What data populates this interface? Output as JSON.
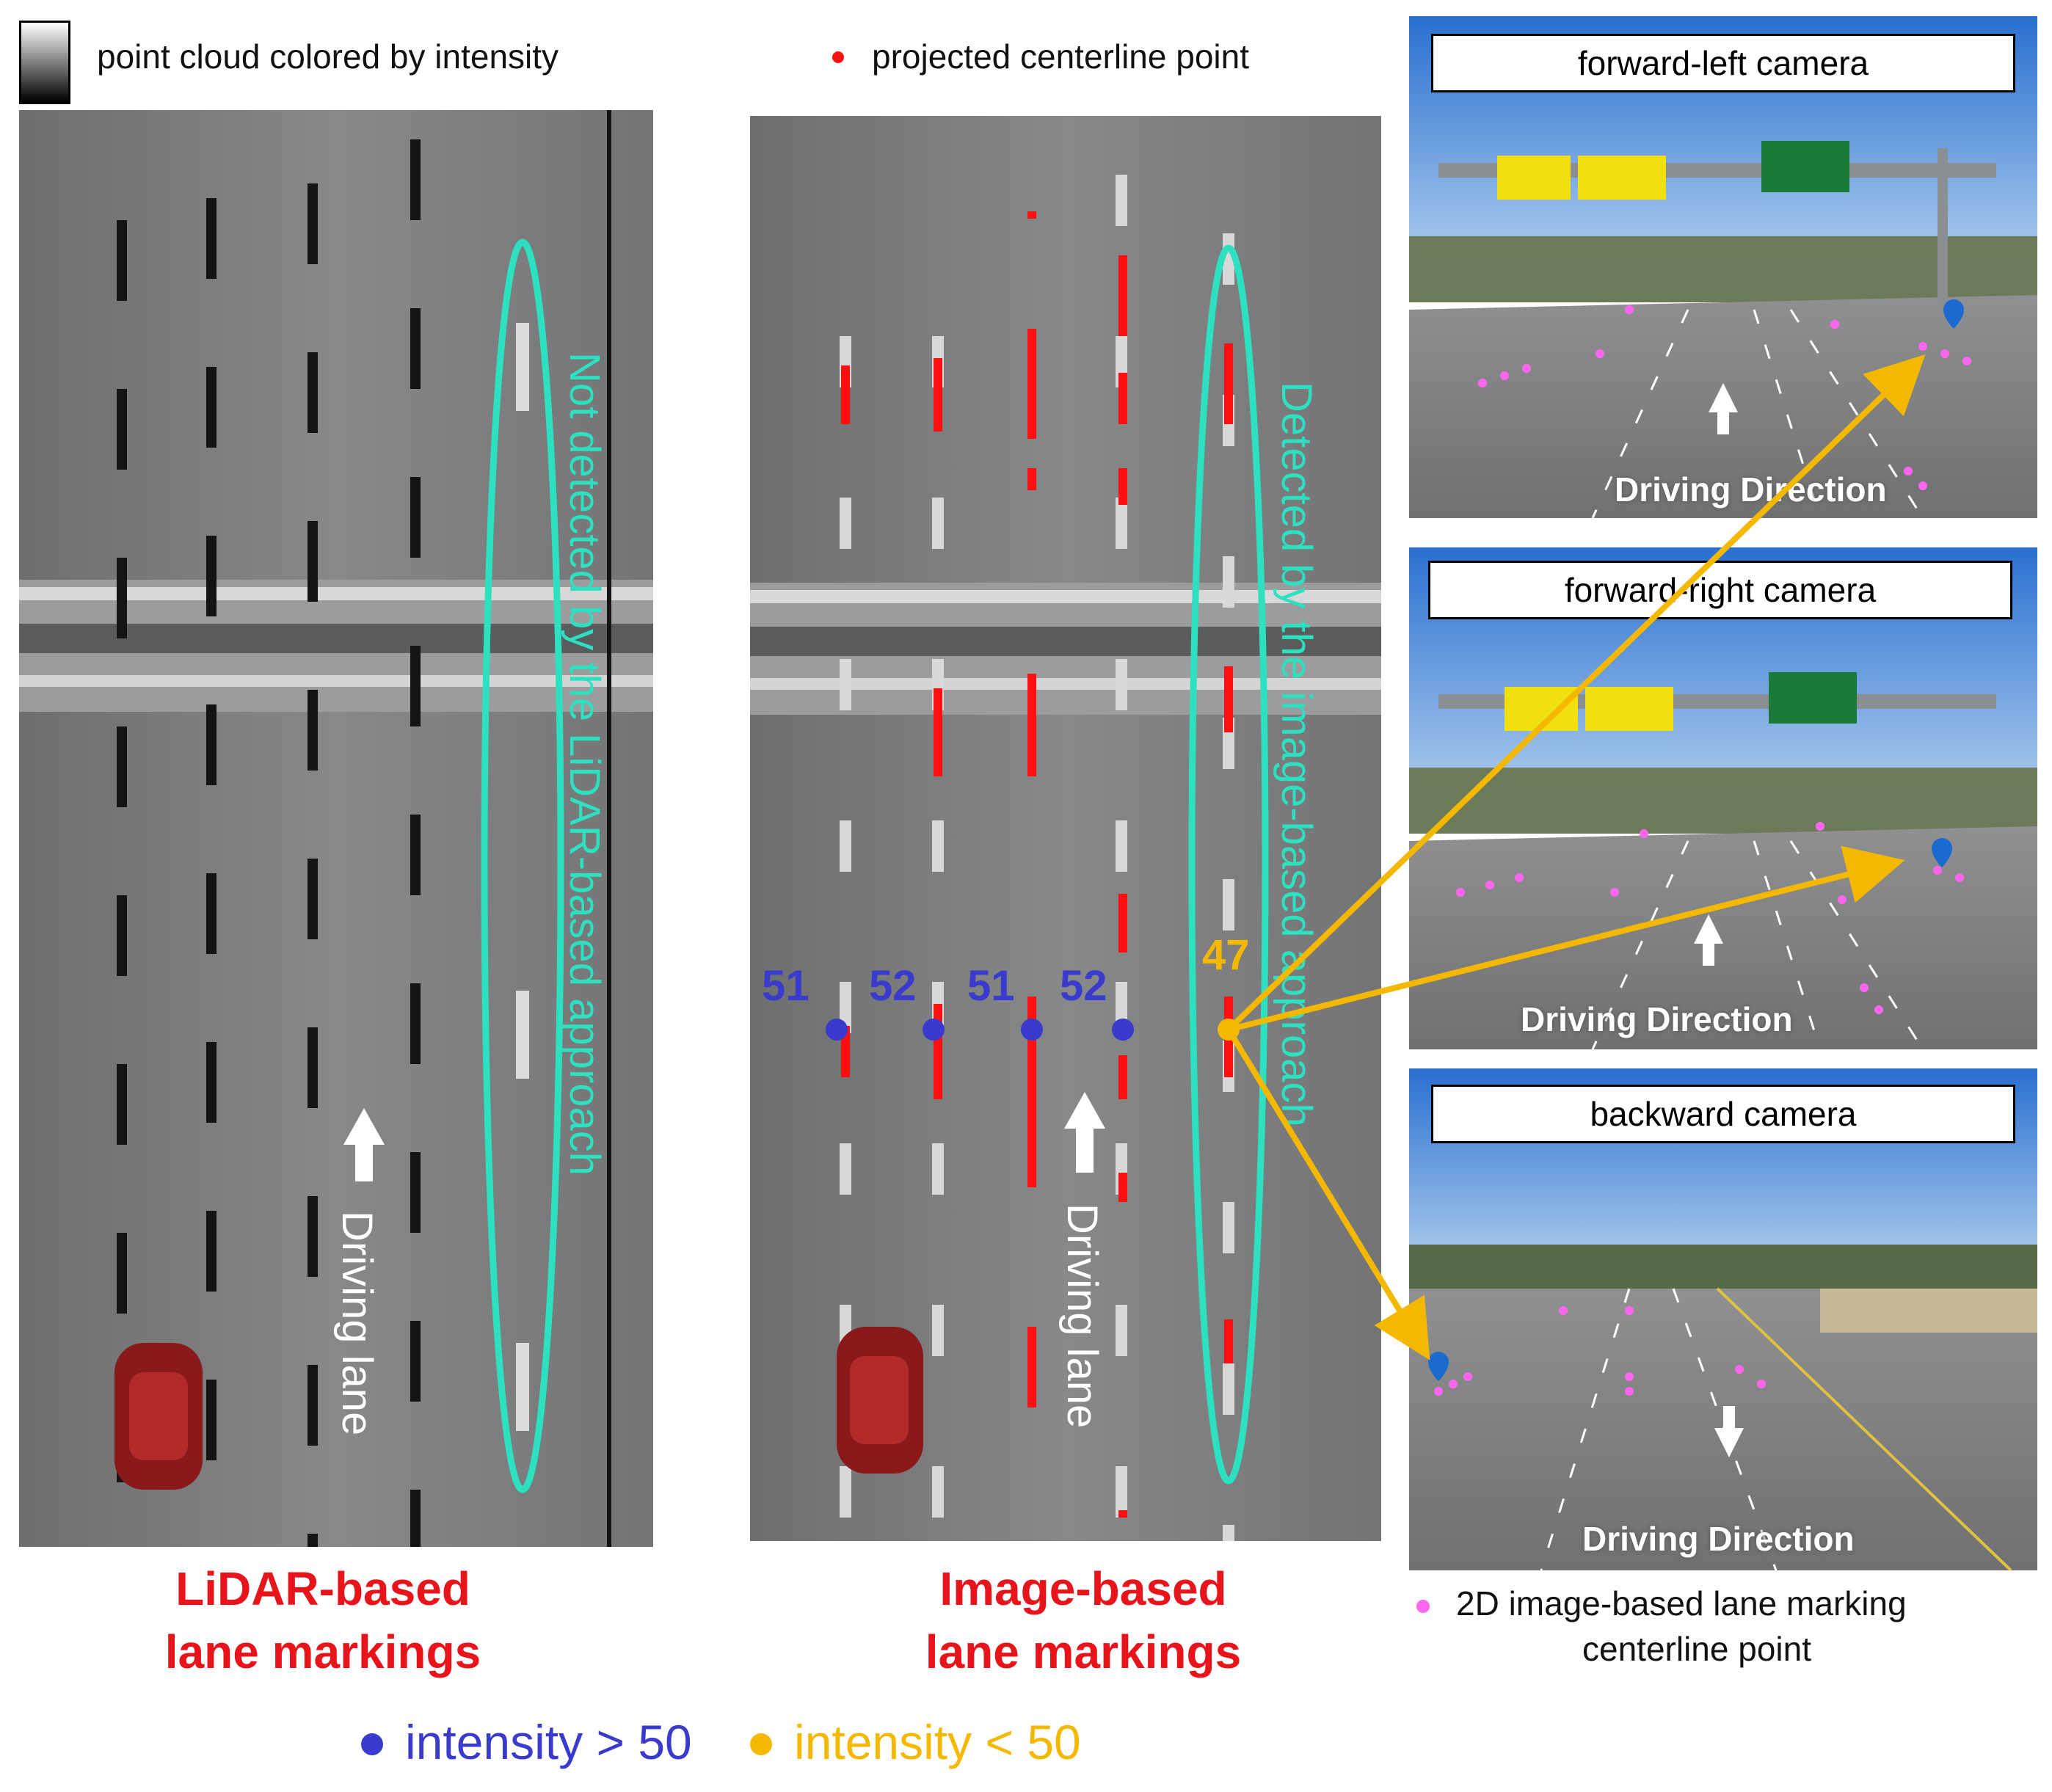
{
  "legend": {
    "intensity_label": "point cloud colored by intensity",
    "projected_label": "projected centerline point",
    "pink_label_line1": "2D image-based lane marking",
    "pink_label_line2": "centerline point"
  },
  "lidar_panel": {
    "annotation": "Not detected by the LiDAR-based approach",
    "driving_lane": "Driving lane",
    "title_line1": "LiDAR-based",
    "title_line2": "lane markings"
  },
  "image_panel": {
    "annotation": "Detected by the image-based approach",
    "driving_lane": "Driving lane",
    "title_line1": "Image-based",
    "title_line2": "lane markings",
    "intensities": [
      "51",
      "52",
      "51",
      "52",
      "47"
    ]
  },
  "cameras": {
    "forward_left": {
      "label": "forward-left camera",
      "direction": "Driving Direction"
    },
    "forward_right": {
      "label": "forward-right camera",
      "direction": "Driving Direction"
    },
    "backward": {
      "label": "backward camera",
      "direction": "Driving Direction"
    }
  },
  "bottom_legend": {
    "high": "intensity > 50",
    "low": "intensity < 50"
  },
  "colors": {
    "cyan_ellipse": "#2de0c0",
    "red_marks": "#ff1010",
    "blue_point": "#3a3acc",
    "orange_point": "#f5b800",
    "pink_point": "#ff66ee",
    "title_red": "#e8141c"
  }
}
